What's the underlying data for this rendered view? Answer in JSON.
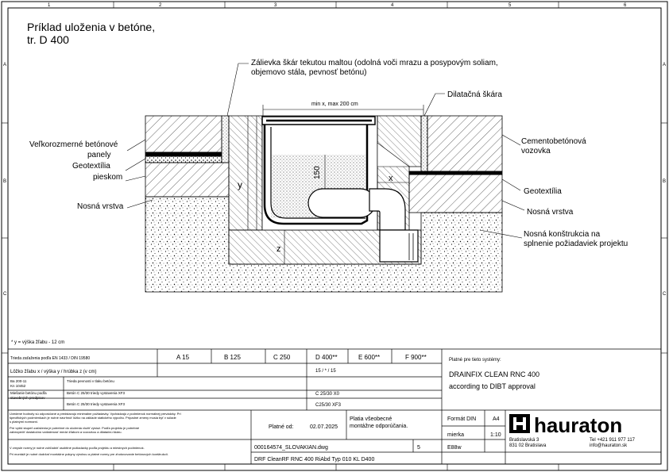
{
  "title": {
    "line1": "Príklad uloženia v betóne,",
    "line2": "tr. D 400"
  },
  "frame": {
    "cols": [
      "1",
      "2",
      "3",
      "4",
      "5",
      "6"
    ],
    "rows": [
      "A",
      "B",
      "C"
    ]
  },
  "labels": {
    "grout": "Zálievka škár tekutou maltou (odolná voči mrazu a posypovým soliam,",
    "grout2": "objemovo stála, pevnosť betónu)",
    "expansion": "Dilatačná škára",
    "dim_minmax": "min x, max 200 cm",
    "panels1": "Veľkorozmerné betónové",
    "panels2": "panely",
    "geotextile_l": "Geotextília",
    "sand": "pieskom",
    "base_l": "Nosná vrstva",
    "cement1": "Cementobetónová",
    "cement2": "vozovka",
    "geotextile_r": "Geotextília",
    "base_r": "Nosná vrstva",
    "structure1": "Nosná konštrukcia na",
    "structure2": "splnenie požiadaviek projektu",
    "dim_y": "y",
    "dim_x": "x",
    "dim_z": "z",
    "dim_150": "150",
    "footnote": "* y = výška žľabu - 12 cm"
  },
  "table": {
    "std_label": "Trieda zaťaženia podľa EN 1433 / DIN 19580",
    "classes": [
      "A 15",
      "B 125",
      "C 250",
      "D 400**",
      "E 600**",
      "F 900**"
    ],
    "row2_label": "Lôžko žľabu x / výška y / hrúbka z (v cm)",
    "row2_value": "15 / * / 15",
    "row3a": "Ba 200-11",
    "row3b": "Kn 10452",
    "row3_mid": "Trieda pevnosti v tlaku betónu",
    "row4_left1": "Miešanie betónu podľa",
    "row4_left2": "stavebných predpisov",
    "row4_mid": "Betón C 25/30 triedy vystavenia XF3",
    "row4_value": "C 25/30 X0",
    "row5_mid": "Betón C 25/30 triedy vystavenia XF3",
    "row5_value": "C25/30 XF3",
    "notes": [
      "Uvedené hodnoty sú odporúčané a predstavujú minimálne požiadavky. Vychádzajú z podmienok normálnej prevádzky. Pri",
      "špecifických podmienkach je nutné navrhnúť lôžko na základe statického výpočtu. Prípadné zmeny musia byť v súlade",
      "s platnými normami.",
      "Pre vyšší stupeň zaťaženia je potrebné do uloženia vložiť výstuž. Podľa projektu je potrebné",
      "zabezpečiť dostatočnú vzdialenosť medzi žľabom a vozovkou a dilatačnú škáru.",
      "V zmysle normy je nutné zohľadniť osobitné požiadavky podľa projektu a miestnych podmienok.",
      "Pri montáži je nutné dodržať montážne pokyny výrobcu a platné normy pre zhotovovanie betónových konštrukcií."
    ],
    "systems_label": "Platné pre tieto systémy:",
    "system_name": "DRAINFIX CLEAN RNC 400",
    "system_sub": "according to DIBT approval",
    "valid_label": "Platné od:",
    "valid_date": "02.07.2025",
    "warranty1": "Platia všeobecné",
    "warranty2": "montážne odporúčania.",
    "format_label": "Formát DIN",
    "format_value": "A4",
    "scale_label": "mierka",
    "scale_value": "1:10",
    "drawing_no": "000164574_SLOVAKIAN.dwg",
    "sheet": "5",
    "ref": "E88w",
    "product_line": "DRF CleanRF RNC 400 RiAbd Typ 010 KL D400"
  },
  "company": {
    "logo_text": "hauraton",
    "addr1": "Bratislavská 3",
    "addr2": "831 02 Bratislava",
    "phone": "Tel +421 911 977 117",
    "email": "info@hauraton.sk"
  },
  "colors": {
    "line": "#000000",
    "paper": "#ffffff"
  }
}
